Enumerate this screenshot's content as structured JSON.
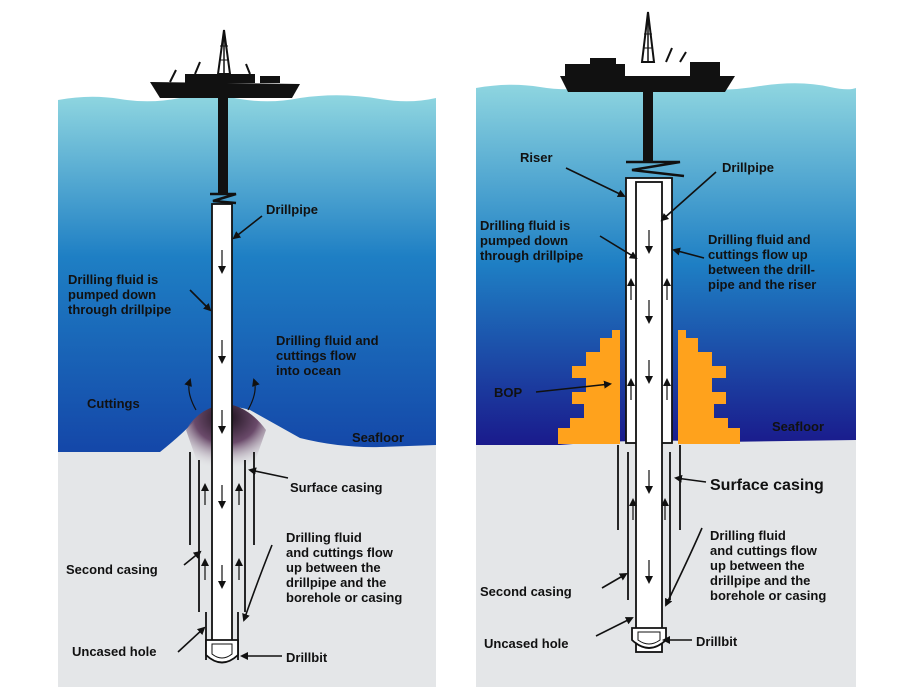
{
  "colors": {
    "water_top": "#8fd6e0",
    "water_mid_left": "#1e7fc4",
    "water_bottom_left": "#1446a8",
    "water_bottom_right": "#1a1a8c",
    "seabed": "#e4e6e8",
    "bop": "#ffa21c",
    "pipe": "#ffffff",
    "ink": "#111111"
  },
  "left_panel": {
    "labels": {
      "drillpipe": "Drillpipe",
      "fluid_down": [
        "Drilling fluid is",
        "pumped down",
        "through drillpipe"
      ],
      "fluid_ocean": [
        "Drilling fluid and",
        "cuttings flow",
        "into ocean"
      ],
      "cuttings": "Cuttings",
      "seafloor": "Seafloor",
      "surface_casing": "Surface casing",
      "second_casing": "Second casing",
      "fluid_up": [
        "Drilling fluid",
        "and cuttings flow",
        "up between the",
        "drillpipe and the",
        "borehole or casing"
      ],
      "uncased_hole": "Uncased hole",
      "drillbit": "Drillbit"
    }
  },
  "right_panel": {
    "labels": {
      "riser": "Riser",
      "drillpipe": "Drillpipe",
      "fluid_down": [
        "Drilling fluid is",
        "pumped down",
        "through drillpipe"
      ],
      "fluid_up_riser": [
        "Drilling fluid and",
        "cuttings flow up",
        "between the drill-",
        "pipe and the riser"
      ],
      "bop": "BOP",
      "seafloor": "Seafloor",
      "surface_casing": "Surface casing",
      "fluid_up": [
        "Drilling fluid",
        "and cuttings flow",
        "up between the",
        "drillpipe and the",
        "borehole or casing"
      ],
      "second_casing": "Second casing",
      "uncased_hole": "Uncased hole",
      "drillbit": "Drillbit"
    }
  }
}
